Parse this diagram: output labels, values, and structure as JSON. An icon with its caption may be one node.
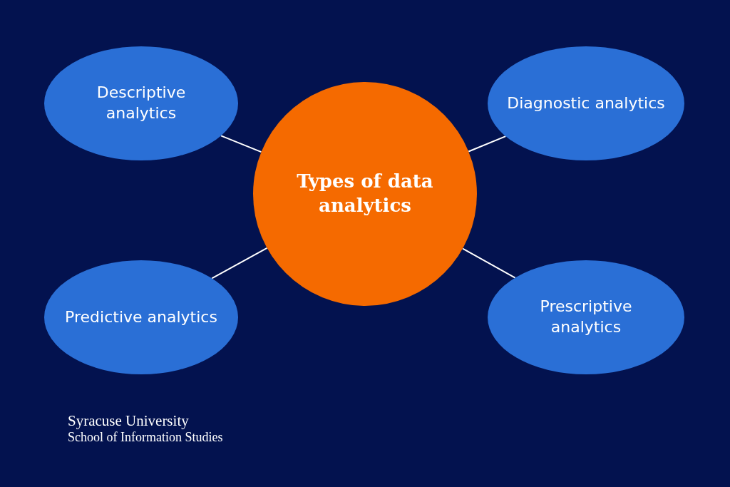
{
  "diagram": {
    "nodes": [
      {
        "text": [
          "Descriptive analytics"
        ]
      },
      {
        "text": [
          "Types of data analytics"
        ]
      },
      {
        "text": [
          "Diagnostic analytics"
        ]
      },
      {
        "text": [
          "Predictive analytics"
        ]
      },
      {
        "text": [
          "Prescriptive analytics"
        ]
      }
    ],
    "edges": [
      {
        "from": 1,
        "to": 0,
        "arrow": "none"
      },
      {
        "from": 1,
        "to": 2,
        "arrow": "none"
      },
      {
        "from": 1,
        "to": 3,
        "arrow": "none"
      },
      {
        "from": 1,
        "to": 4,
        "arrow": "none"
      }
    ],
    "labels": [
      "Syracuse University",
      "School of Information Studies"
    ]
  }
}
